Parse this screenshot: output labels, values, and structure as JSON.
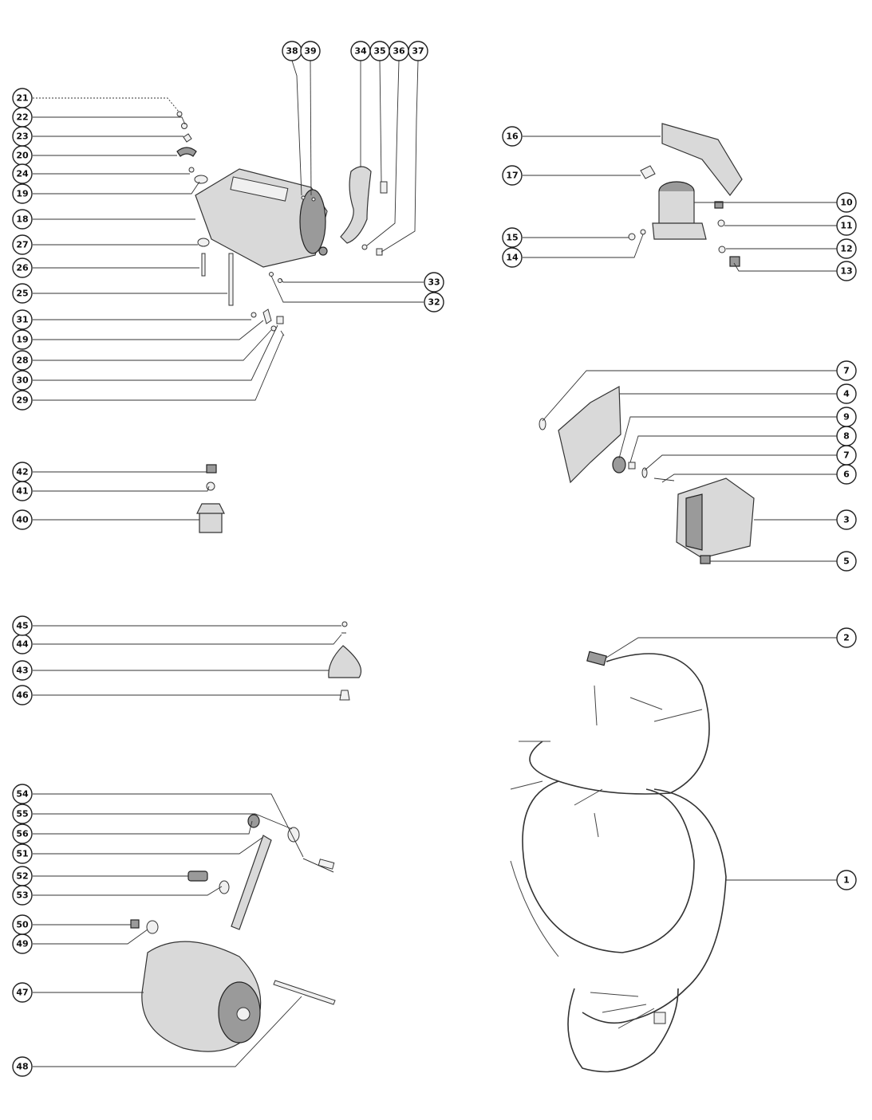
{
  "callouts": [
    {
      "n": "1"
    },
    {
      "n": "2"
    },
    {
      "n": "3"
    },
    {
      "n": "4"
    },
    {
      "n": "5"
    },
    {
      "n": "6"
    },
    {
      "n": "7"
    },
    {
      "n": "7"
    },
    {
      "n": "8"
    },
    {
      "n": "9"
    },
    {
      "n": "10"
    },
    {
      "n": "11"
    },
    {
      "n": "12"
    },
    {
      "n": "13"
    },
    {
      "n": "14"
    },
    {
      "n": "15"
    },
    {
      "n": "16"
    },
    {
      "n": "17"
    },
    {
      "n": "18"
    },
    {
      "n": "19"
    },
    {
      "n": "19"
    },
    {
      "n": "20"
    },
    {
      "n": "21"
    },
    {
      "n": "22"
    },
    {
      "n": "23"
    },
    {
      "n": "24"
    },
    {
      "n": "25"
    },
    {
      "n": "26"
    },
    {
      "n": "27"
    },
    {
      "n": "28"
    },
    {
      "n": "29"
    },
    {
      "n": "30"
    },
    {
      "n": "31"
    },
    {
      "n": "32"
    },
    {
      "n": "33"
    },
    {
      "n": "34"
    },
    {
      "n": "35"
    },
    {
      "n": "36"
    },
    {
      "n": "37"
    },
    {
      "n": "38"
    },
    {
      "n": "39"
    },
    {
      "n": "40"
    },
    {
      "n": "41"
    },
    {
      "n": "42"
    },
    {
      "n": "43"
    },
    {
      "n": "44"
    },
    {
      "n": "45"
    },
    {
      "n": "46"
    },
    {
      "n": "47"
    },
    {
      "n": "48"
    },
    {
      "n": "49"
    },
    {
      "n": "50"
    },
    {
      "n": "51"
    },
    {
      "n": "52"
    },
    {
      "n": "53"
    },
    {
      "n": "54"
    },
    {
      "n": "55"
    },
    {
      "n": "56"
    }
  ]
}
